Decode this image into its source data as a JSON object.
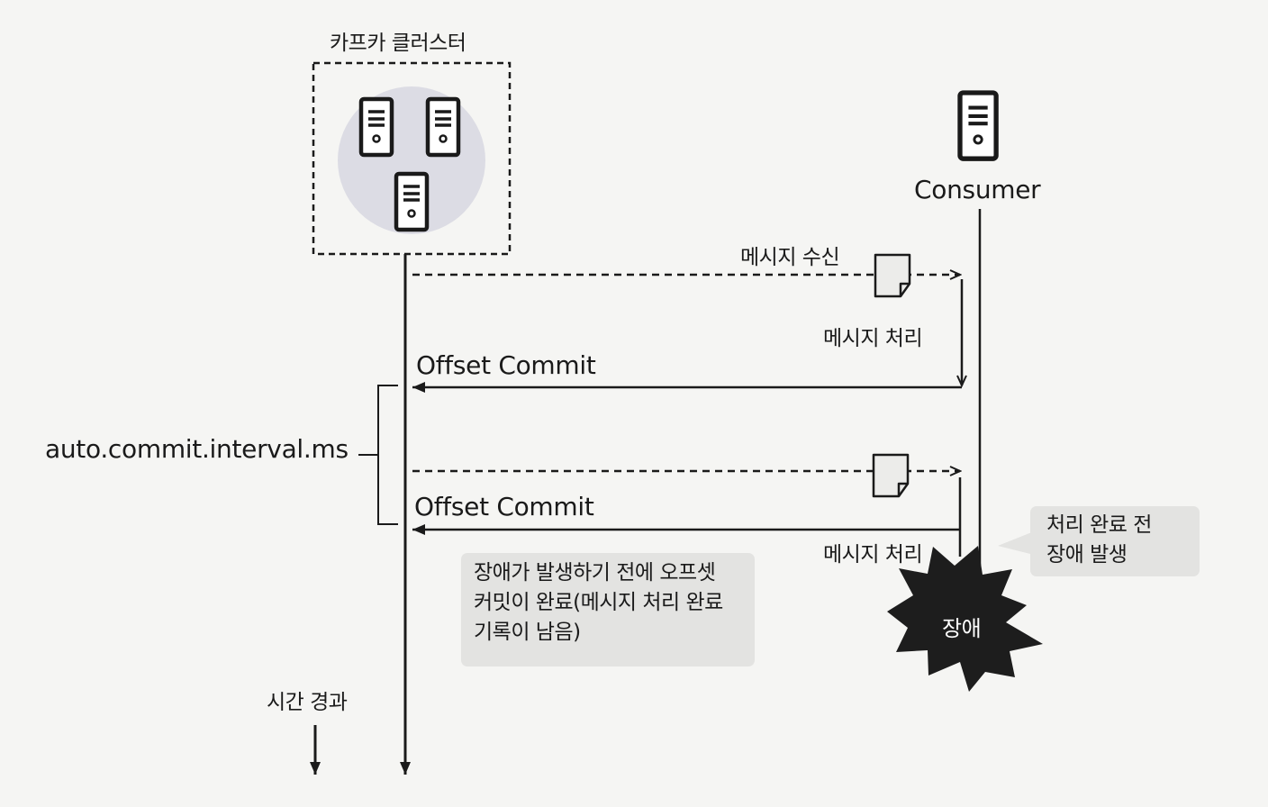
{
  "cluster": {
    "title": "카프카 클러스터",
    "server_icon": "server-icon"
  },
  "consumer": {
    "label": "Consumer",
    "server_icon": "server-icon"
  },
  "messages": {
    "receive_label": "메시지 수신",
    "process_label_1": "메시지 처리",
    "process_label_2": "메시지 처리",
    "document_icon": "document-icon"
  },
  "commits": {
    "first_label": "Offset Commit",
    "second_label": "Offset Commit"
  },
  "interval": {
    "label": "auto.commit.interval.ms"
  },
  "notes": {
    "left_lines": [
      "장애가 발생하기 전에 오프셋",
      "커밋이 완료(메시지 처리 완료",
      "기록이 남음)"
    ],
    "right_lines": [
      "처리 완료 전",
      "장애 발생"
    ]
  },
  "failure": {
    "label": "장애"
  },
  "time": {
    "label": "시간 경과"
  },
  "colors": {
    "line": "#1a1a1a",
    "cluster_circle": "#dcdce4",
    "note_bg": "#e3e3e1",
    "failure_fill": "#1d1d1d"
  }
}
